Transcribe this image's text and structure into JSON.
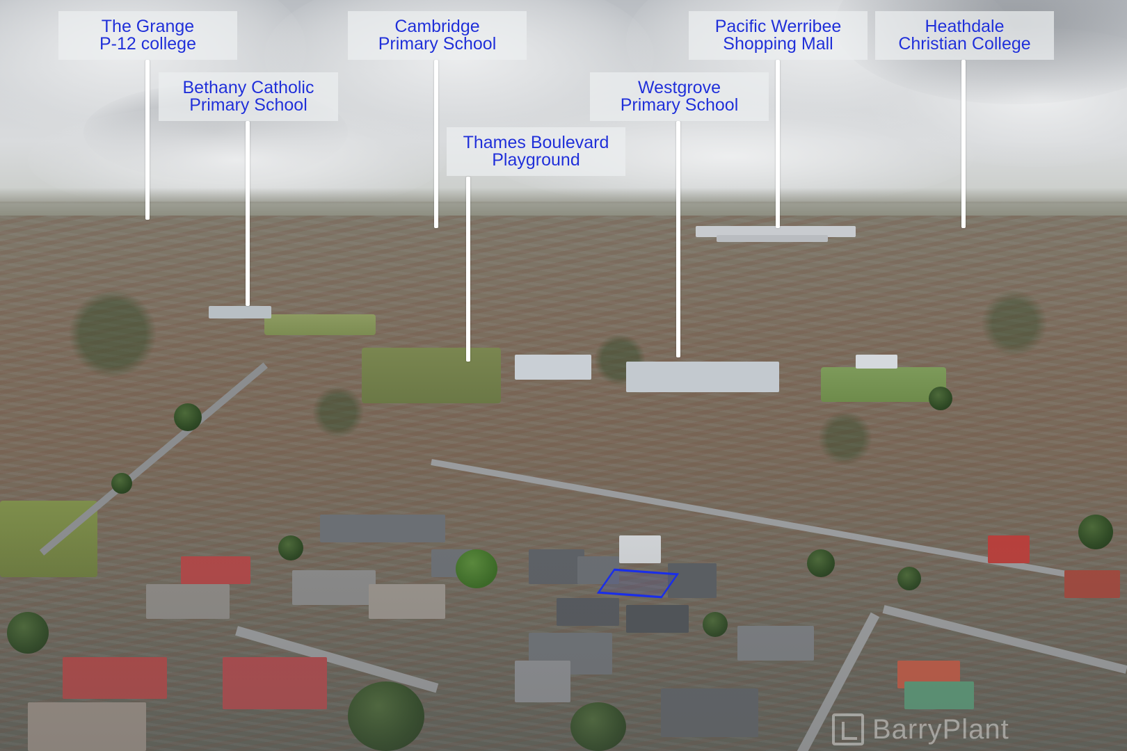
{
  "labels": {
    "grange": [
      "The Grange",
      "P-12 college"
    ],
    "bethany": [
      "Bethany Catholic",
      "Primary School"
    ],
    "cambridge": [
      "Cambridge",
      "Primary School"
    ],
    "thames": [
      "Thames Boulevard",
      "Playground"
    ],
    "westgrove": [
      "Westgrove",
      "Primary School"
    ],
    "pacific": [
      "Pacific Werribee",
      "Shopping Mall"
    ],
    "heathdale": [
      "Heathdale",
      "Christian College"
    ]
  },
  "watermark": {
    "text": "BarryPlant"
  },
  "colors": {
    "label_text": "#1f2fd8",
    "marker": "#1a2ee8"
  }
}
